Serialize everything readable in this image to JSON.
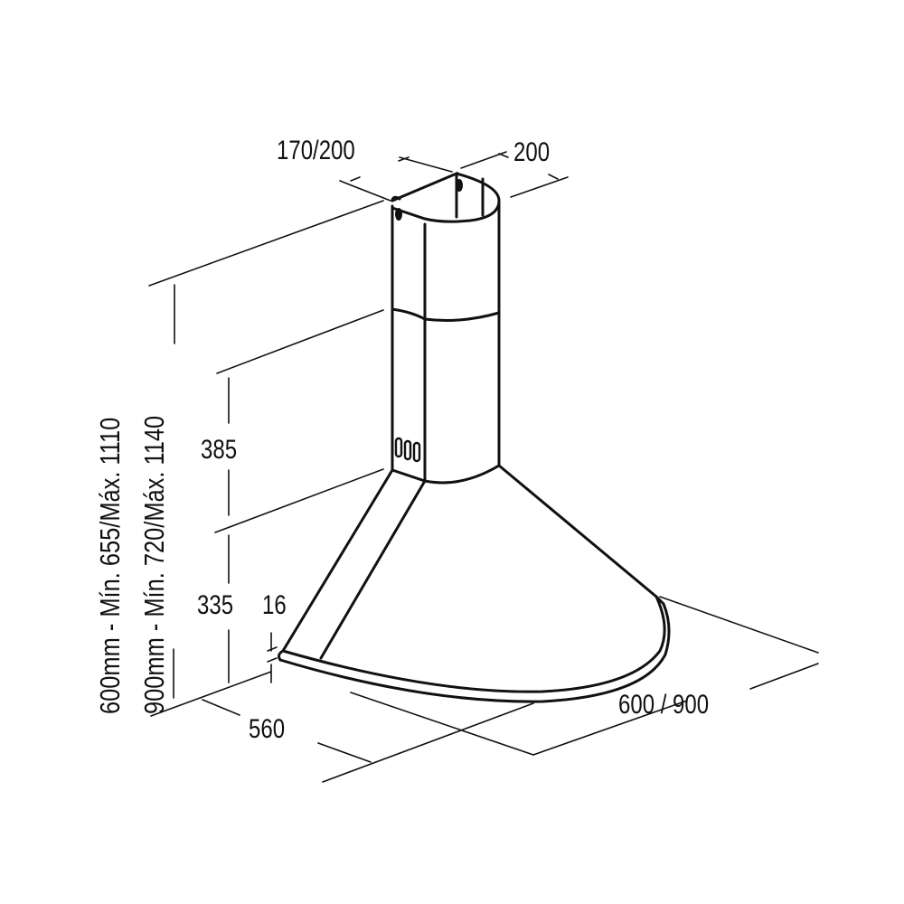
{
  "drawing": {
    "dimensions": {
      "top_depth": "170/200",
      "top_width": "200",
      "chimney_height": "385",
      "hood_height": "335",
      "rim_thickness": "16",
      "depth": "560",
      "width": "600 / 900",
      "height_600": "600mm - Mín. 655/Máx. 1110",
      "height_900": "900mm - Mín. 720/Máx. 1140"
    },
    "line_color": "#111111",
    "background": "#ffffff"
  }
}
